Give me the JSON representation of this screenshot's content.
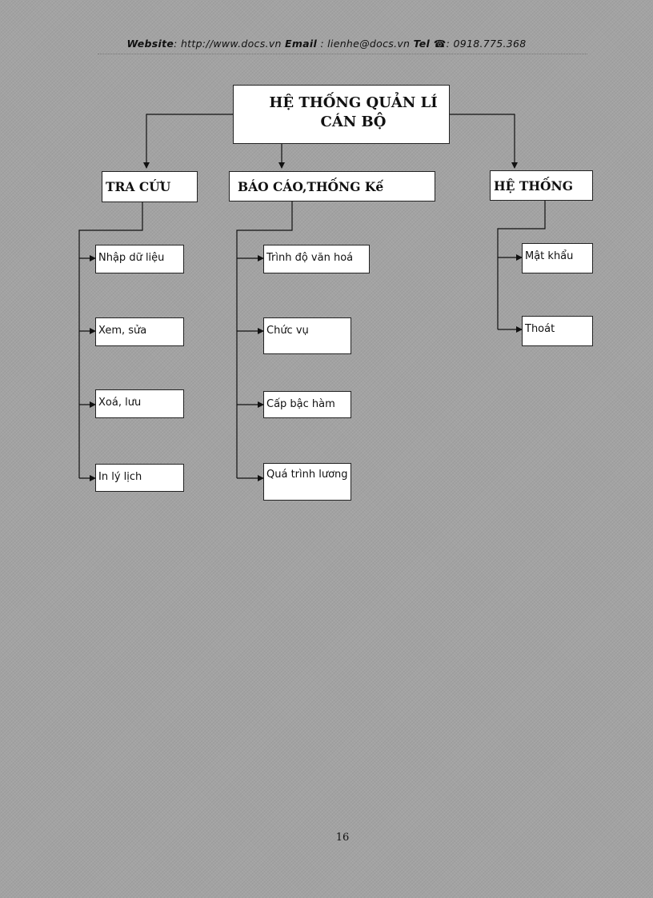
{
  "header": {
    "website_label": "Website",
    "website_value": ": http://www.docs.vn ",
    "email_label": "Email",
    "email_value": " : lienhe@docs.vn  ",
    "tel_label": "Tel ☎",
    "tel_value": ": 0918.775.368"
  },
  "diagram": {
    "root": {
      "line1": "HỆ THỐNG QUẢN LÍ",
      "line2": "CÁN BỘ"
    },
    "branches": [
      {
        "label": "TRA CỨU",
        "children": [
          "Nhập dữ liệu",
          "Xem, sửa",
          "Xoá, lưu",
          "In lý lịch"
        ]
      },
      {
        "label": "BÁO CÁO,THỐNG Kế",
        "children": [
          "Trình độ văn hoá",
          "Chức vụ",
          "Cấp bậc hàm",
          "Quá trình lương"
        ]
      },
      {
        "label": "HỆ THỐNG",
        "children": [
          "Mật khẩu",
          "Thoát"
        ]
      }
    ]
  },
  "page_number": "16"
}
